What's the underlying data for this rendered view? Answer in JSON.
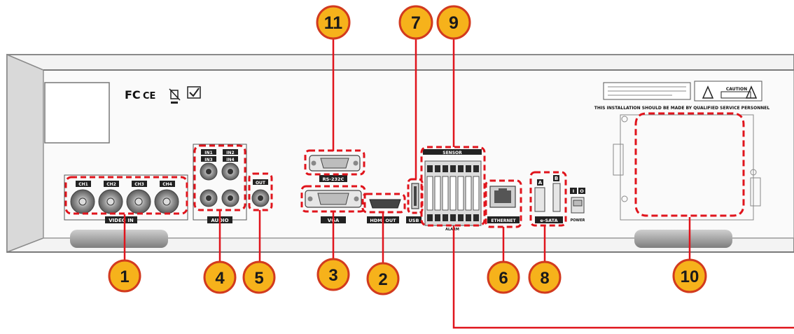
{
  "colors": {
    "callout_fill": "#f6b21b",
    "callout_stroke": "#d23a1e",
    "highlight": "#e0141c",
    "panel": "#ececec",
    "panel_edge": "#9a9a9a",
    "label_bg": "#222222"
  },
  "certification_marks": [
    "FC",
    "CE",
    "WEEE-icon",
    "check-icon"
  ],
  "callouts": [
    "11",
    "7",
    "9",
    "1",
    "4",
    "5",
    "3",
    "2",
    "6",
    "8",
    "10"
  ],
  "port_labels": {
    "video_in": "VIDEO IN",
    "cam_1": "CH1",
    "cam_2": "CH2",
    "cam_3": "CH3",
    "cam_4": "CH4",
    "audio": "AUDIO",
    "audio_in_1": "IN1",
    "audio_in_2": "IN2",
    "audio_in_3": "IN3",
    "audio_in_4": "IN4",
    "audio_out": "OUT",
    "rs232c": "RS-232C",
    "vga": "VGA",
    "hdmi_out": "HDMI OUT",
    "usb": "USB",
    "ethernet": "ETHERNET",
    "esata": "e-SATA",
    "sensor_terminal": "SENSOR",
    "alarm_terminal": "ALARM",
    "esata_a": "A",
    "esata_b": "B",
    "power_switch": "POWER",
    "power_on": "I",
    "power_off": "O"
  },
  "safety_notice": "THIS INSTALLATION SHOULD BE MADE BY QUALIFIED SERVICE PERSONNEL",
  "power_notice": "CAUTION"
}
